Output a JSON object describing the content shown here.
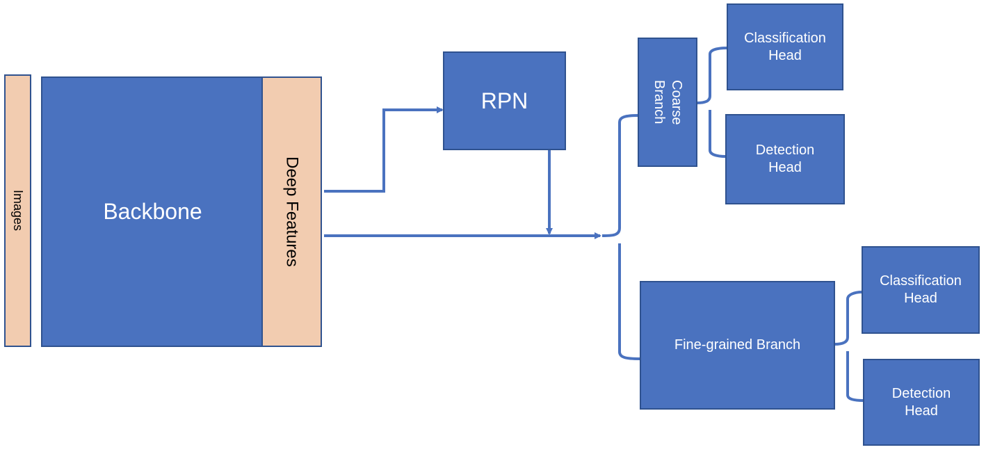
{
  "nodes": {
    "images": "Images",
    "backbone": "Backbone",
    "deep_features": "Deep Features",
    "rpn": "RPN",
    "coarse_branch": "Coarse\nBranch",
    "coarse_classification_head": "Classification\nHead",
    "coarse_detection_head": "Detection\nHead",
    "fine_grained_branch": "Fine-grained Branch",
    "fine_classification_head": "Classification\nHead",
    "fine_detection_head": "Detection\nHead"
  },
  "colors": {
    "block_fill": "#4a72bf",
    "block_border": "#2f528f",
    "feature_fill": "#f2ccb0",
    "connector": "#4a72bf"
  }
}
